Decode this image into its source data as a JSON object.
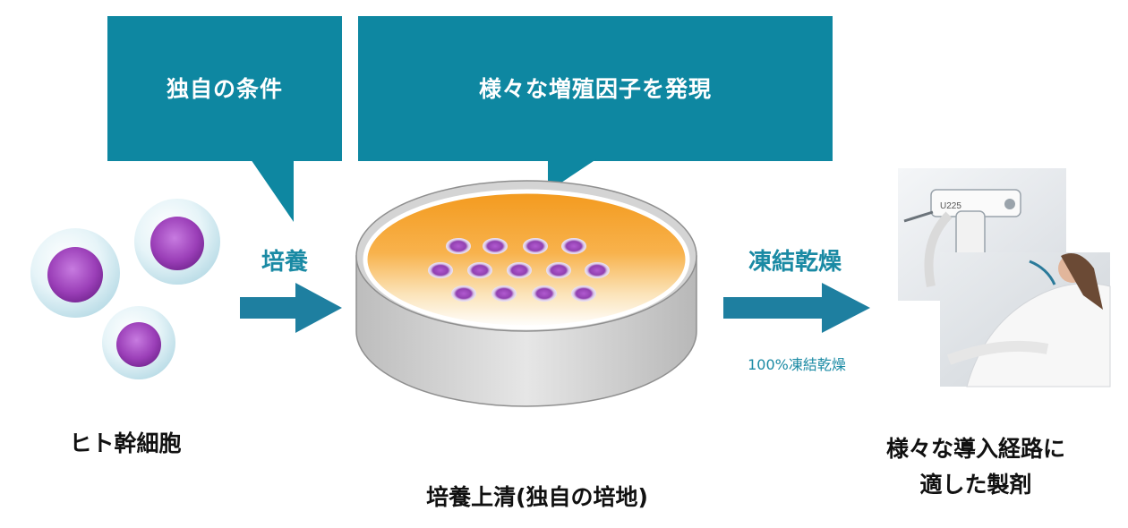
{
  "callouts": [
    {
      "text": "独自の条件"
    },
    {
      "text": "様々な増殖因子を発現"
    }
  ],
  "steps": {
    "culture": "培養",
    "freeze_dry": "凍結乾燥",
    "freeze_dry_note": "100%凍結乾燥"
  },
  "captions": {
    "stem_cells": "ヒト幹細胞",
    "supernatant": "培養上清(独自の培地)",
    "product_line1": "様々な導入経路に",
    "product_line2": "適した製剤"
  },
  "photo_text": {
    "device_label": "U225"
  },
  "colors": {
    "callout_bg": "#0e87a1",
    "accent_text": "#1a8aa4",
    "arrow": "#1e7fa0",
    "medium_orange": "#f7a83a",
    "cell_purple": "#9b3fb8"
  }
}
